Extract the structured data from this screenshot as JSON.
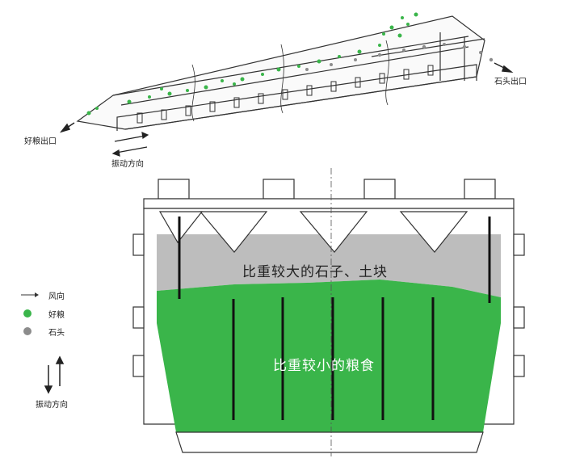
{
  "top_diagram": {
    "good_grain_outlet": "好粮出口",
    "stone_outlet": "石头出口",
    "vibration_direction": "振动方向"
  },
  "section_view": {
    "heavy_layer_label": "比重较大的石子、土块",
    "light_layer_label": "比重较小的粮食"
  },
  "legend": {
    "wind_direction": "风向",
    "good_grain": "好粮",
    "stone": "石头",
    "vibration_direction": "振动方向"
  },
  "colors": {
    "grain_green": "#3ab54a",
    "stone_gray": "#bdbdbd",
    "stone_dot_gray": "#8c8c8c",
    "line": "#333333"
  }
}
